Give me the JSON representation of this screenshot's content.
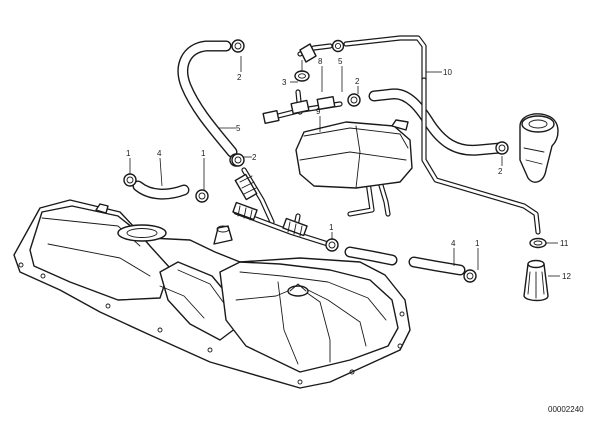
{
  "callouts": [
    {
      "id": "c1a",
      "label": "1"
    },
    {
      "id": "c4a",
      "label": "4"
    },
    {
      "id": "c1b",
      "label": "1"
    },
    {
      "id": "c2a",
      "label": "2"
    },
    {
      "id": "c2b",
      "label": "2"
    },
    {
      "id": "c3",
      "label": "3"
    },
    {
      "id": "c8",
      "label": "8"
    },
    {
      "id": "c5a",
      "label": "5"
    },
    {
      "id": "c5b",
      "label": "5"
    },
    {
      "id": "c2c",
      "label": "2"
    },
    {
      "id": "c10",
      "label": "10"
    },
    {
      "id": "c9",
      "label": "9"
    },
    {
      "id": "c2d",
      "label": "2"
    },
    {
      "id": "c1c",
      "label": "1"
    },
    {
      "id": "c4b",
      "label": "4"
    },
    {
      "id": "c1d",
      "label": "1"
    },
    {
      "id": "c11",
      "label": "11"
    },
    {
      "id": "c12",
      "label": "12"
    }
  ],
  "document_number": "00002240"
}
